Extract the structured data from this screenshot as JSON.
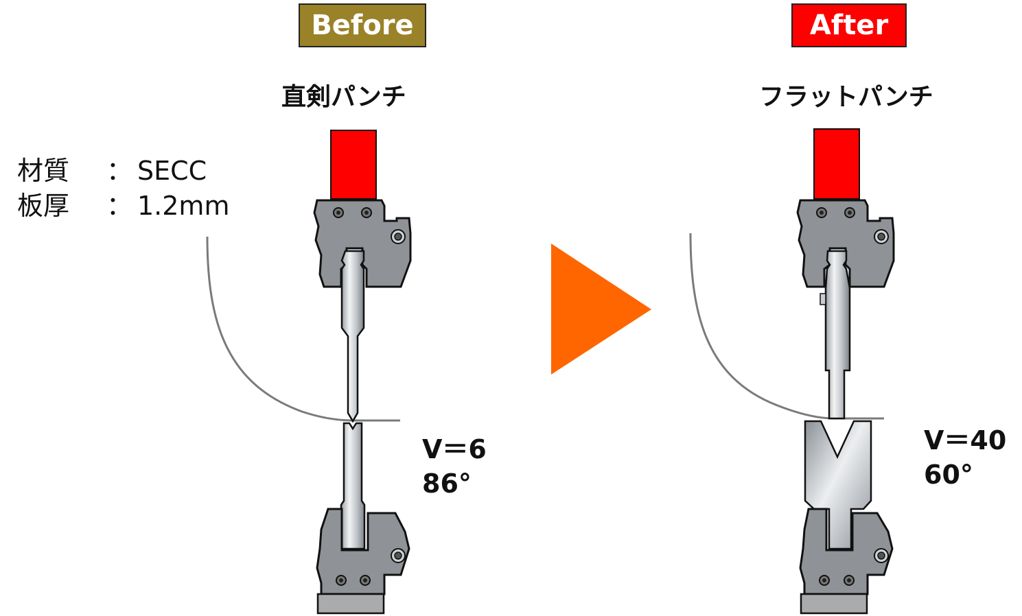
{
  "before": {
    "badge": "Before",
    "badge_color": "#9a8228",
    "punch_name": "直剣パンチ",
    "v_label": "V＝6",
    "angle_label": "86°"
  },
  "after": {
    "badge": "After",
    "badge_color": "#ff0000",
    "punch_name": "フラットパンチ",
    "v_label": "V＝40",
    "angle_label": "60°"
  },
  "spec": {
    "material_key": "材質",
    "material_sep": "：",
    "material_val": "SECC",
    "thickness_key": "板厚",
    "thickness_sep": "：",
    "thickness_val": "1.2mm"
  },
  "colors": {
    "ram": "#ff0000",
    "holder": "#8f9296",
    "arrow": "#ff6600",
    "blank_outline": "#777777"
  },
  "icons": {
    "transition": "right-triangle-arrow"
  }
}
